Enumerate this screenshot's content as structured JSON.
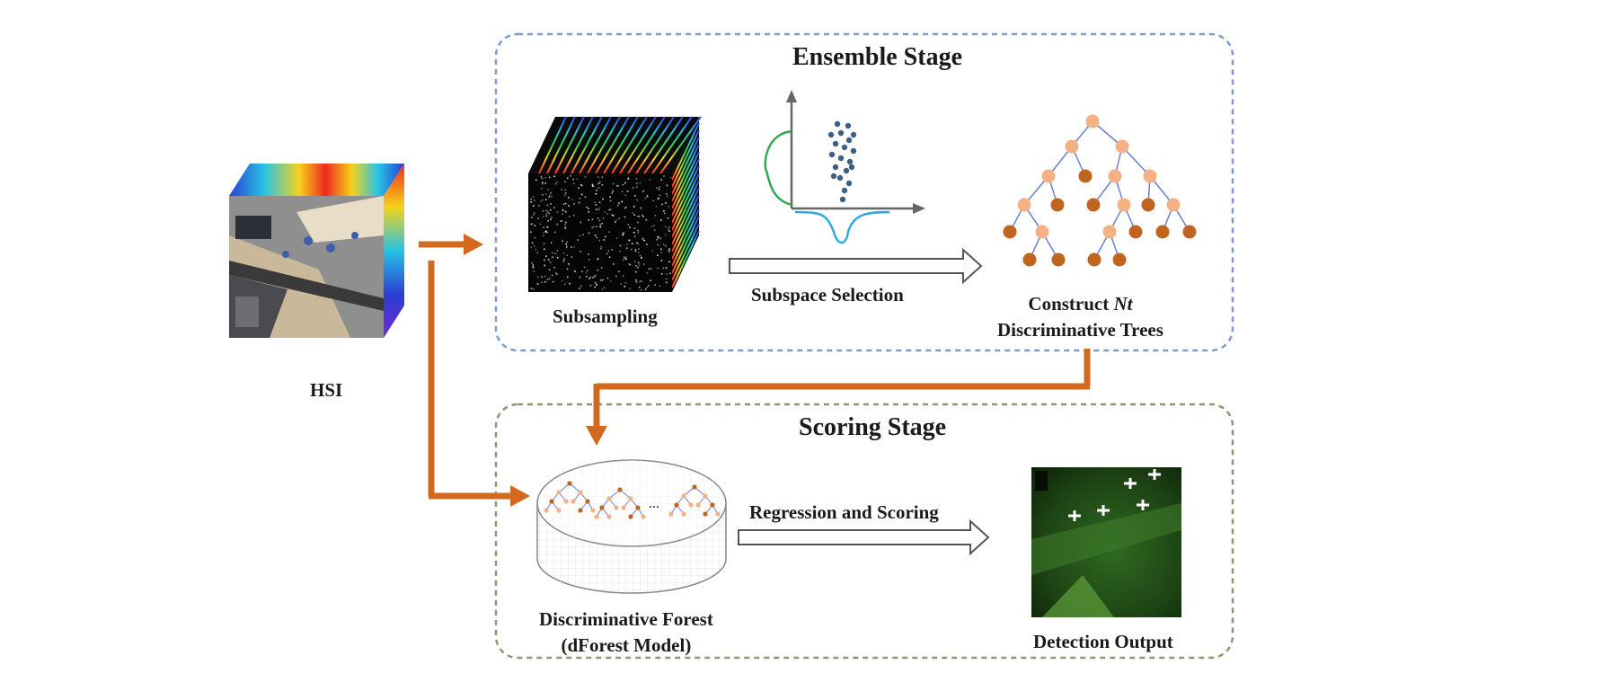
{
  "colors": {
    "ensemble_border": "#7a9ccf",
    "scoring_border": "#8a9a6e",
    "flow_arrow": "#d2691e",
    "tree_node_light": "#f4b183",
    "tree_node_dark": "#c0651f",
    "tree_edge": "#6a7fd0",
    "scatter_point": "#3d5f86",
    "green_curve": "#2ea84a",
    "blue_curve": "#2aa9e0"
  },
  "hsi": {
    "label": "HSI"
  },
  "ensemble_stage": {
    "title": "Ensemble Stage",
    "subsampling_label": "Subsampling",
    "subspace_label": "Subspace Selection",
    "construct_prefix": "Construct ",
    "construct_symbol": "Nt",
    "construct_line2": "Discriminative Trees"
  },
  "scoring_stage": {
    "title": "Scoring Stage",
    "forest_line1": "Discriminative Forest",
    "forest_line2": "(dForest Model)",
    "forest_ellipsis": "...",
    "regression_label": "Regression and Scoring",
    "output_label": "Detection Output"
  }
}
